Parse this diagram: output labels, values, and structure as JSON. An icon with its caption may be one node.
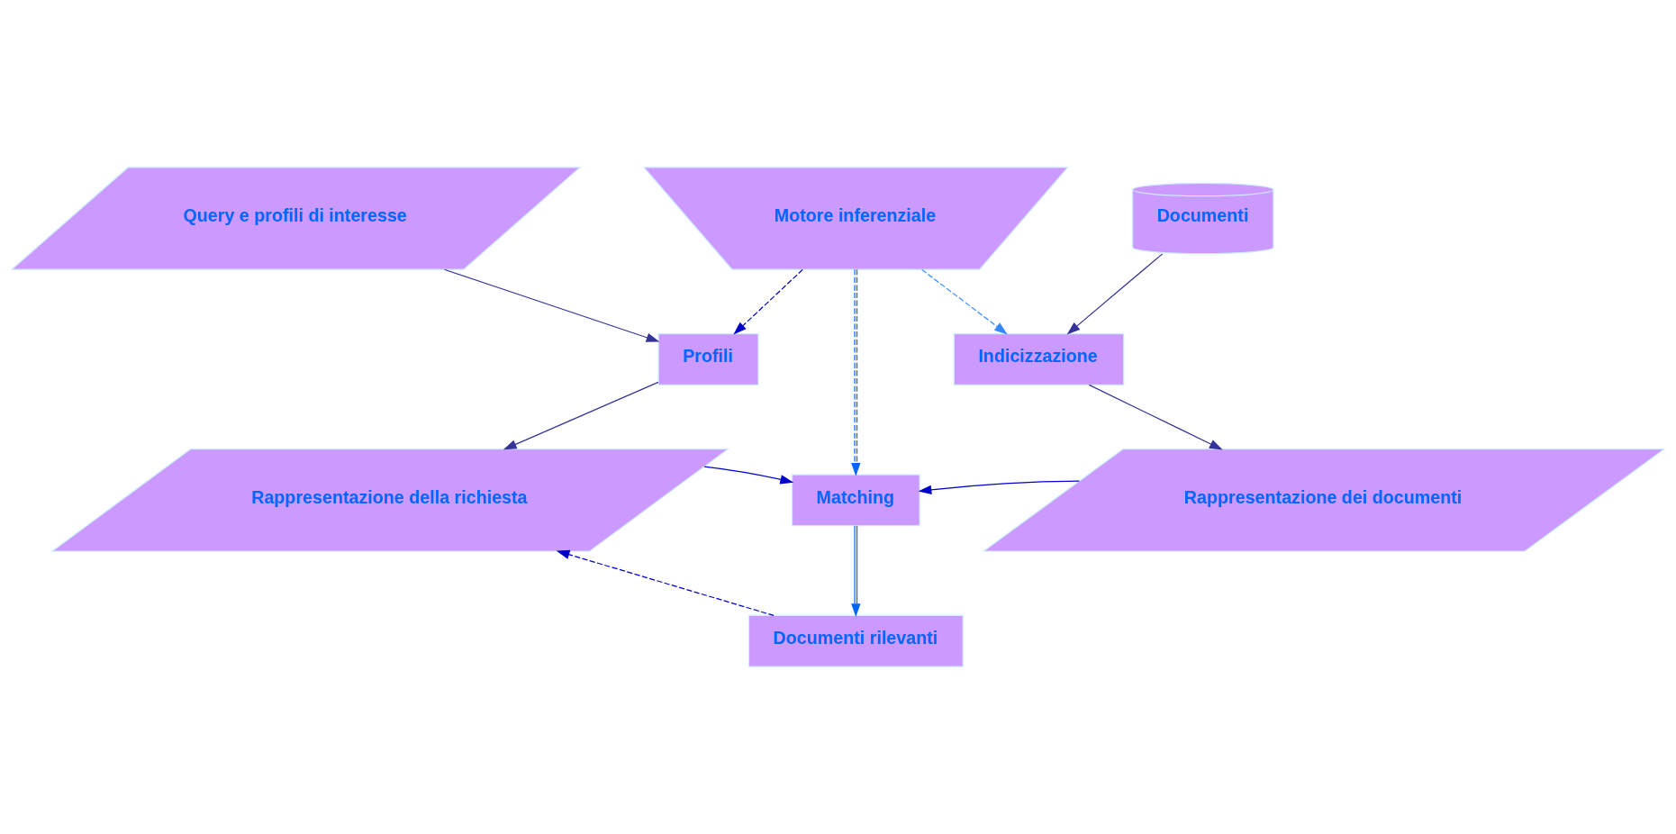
{
  "diagram": {
    "nodes": [
      {
        "text": [
          "Query e profili di interesse"
        ]
      },
      {
        "text": [
          "Motore inferenziale"
        ]
      },
      {
        "text": [
          "Documenti"
        ]
      },
      {
        "text": [
          "Profili"
        ]
      },
      {
        "text": [
          "Indicizzazione"
        ]
      },
      {
        "text": [
          "Rappresentazione della richiesta"
        ]
      },
      {
        "text": [
          "Matching"
        ]
      },
      {
        "text": [
          "Rappresentazione dei documenti"
        ]
      },
      {
        "text": [
          "Documenti rilevanti"
        ]
      }
    ],
    "edges": [
      {
        "from": 0,
        "to": 3,
        "arrow": "to"
      },
      {
        "from": 1,
        "to": 3,
        "arrow": "to",
        "style": "dashed",
        "color": "#0000cc"
      },
      {
        "from": 1,
        "to": 4,
        "arrow": "to",
        "style": "dashed",
        "color": "#3388ff"
      },
      {
        "from": 2,
        "to": 4,
        "arrow": "to"
      },
      {
        "from": 1,
        "to": 6,
        "arrow": "to",
        "style": "dashed",
        "color": "#0066ff"
      },
      {
        "from": 3,
        "to": 5,
        "arrow": "to"
      },
      {
        "from": 4,
        "to": 7,
        "arrow": "to"
      },
      {
        "from": 5,
        "to": 6,
        "arrow": "to",
        "color": "#0000cc"
      },
      {
        "from": 7,
        "to": 6,
        "arrow": "to",
        "color": "#0000cc"
      },
      {
        "from": 6,
        "to": 8,
        "arrow": "to",
        "color": "#0066ff"
      },
      {
        "from": 8,
        "to": 5,
        "arrow": "to",
        "style": "dashed",
        "color": "#0000cc"
      }
    ]
  }
}
